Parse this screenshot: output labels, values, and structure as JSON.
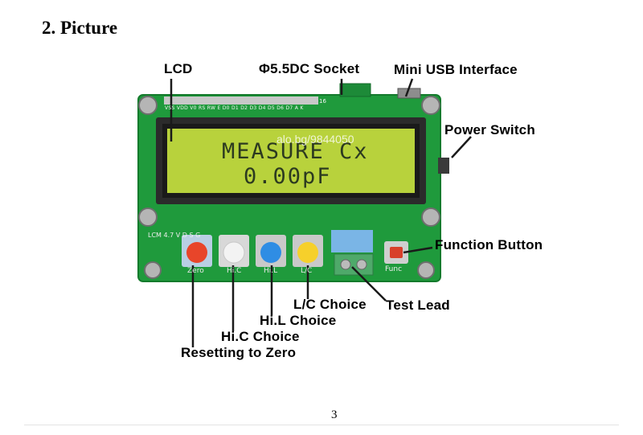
{
  "heading": "2. Picture",
  "page_number": "3",
  "watermark": "alo.bg/9844050",
  "lcd": {
    "line1": "MEASURE Cx",
    "line2": "0.00pF",
    "backlight_color": "#b8d23c",
    "text_color": "#2c3a20"
  },
  "board": {
    "pcb_color": "#1f9a3c",
    "pin_labels": "VSS VDD V0 RS RW E D0 D1 D2 D3 D4 D5 D6 D7 A K",
    "pin_count_label": "16",
    "side_label": "LCM 4.7 V D S G",
    "button_tags": [
      "Zero",
      "Hi.C",
      "Hi.L",
      "L/C"
    ],
    "func_tag": "Func",
    "button_colors": [
      "#e8452a",
      "#f3f3f3",
      "#2f8de4",
      "#f6d02b"
    ]
  },
  "callouts": {
    "lcd": "LCD",
    "dc_socket": "Φ5.5DC Socket",
    "mini_usb": "Mini USB Interface",
    "power_switch": "Power Switch",
    "function_button": "Function Button",
    "test_lead": "Test Lead",
    "lc_choice": "L/C Choice",
    "hil_choice": "Hi.L Choice",
    "hic_choice": "Hi.C Choice",
    "reset_zero": "Resetting to Zero"
  }
}
